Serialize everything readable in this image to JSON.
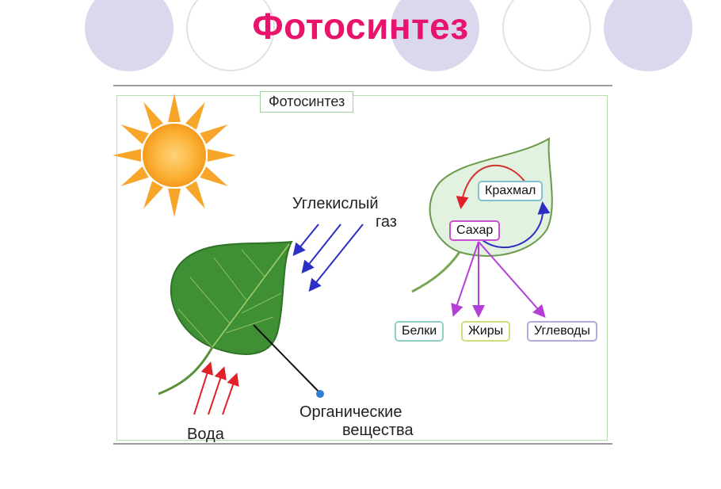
{
  "slide": {
    "title": "Фотосинтез",
    "title_color": "#e8136b",
    "decor_circles": [
      {
        "style": "filled",
        "color": "#d9d8ec"
      },
      {
        "style": "outline",
        "color": "#e2e2e2"
      },
      {
        "style": "filled",
        "color": "#d9d8ec"
      },
      {
        "style": "outline",
        "color": "#e2e2e2"
      },
      {
        "style": "filled",
        "color": "#d9d8ec"
      }
    ]
  },
  "diagram": {
    "frame_title": "Фотосинтез",
    "sun_icon": "sun-icon",
    "inputs": {
      "co2_line1": "Углекислый",
      "co2_line2": "газ",
      "water": "Вода"
    },
    "outputs": {
      "organic_line1": "Органические",
      "organic_line2": "вещества"
    },
    "cycle": {
      "starch": "Крахмал",
      "sugar": "Сахар",
      "products": [
        {
          "label": "Белки",
          "border": "#8fd0c4"
        },
        {
          "label": "Жиры",
          "border": "#c9df7a"
        },
        {
          "label": "Углеводы",
          "border": "#b3a9dc"
        }
      ]
    },
    "colors": {
      "co2_arrows": "#2b2fc4",
      "water_arrows": "#e0202a",
      "product_arrows": "#b23fd6",
      "sugar_box": "#c94fcf",
      "starch_box": "#7ec3d0",
      "leaf": "#3f8f35"
    }
  }
}
